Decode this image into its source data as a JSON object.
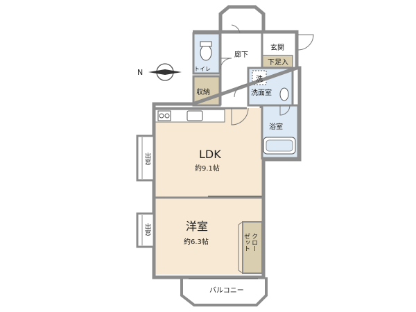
{
  "compass": {
    "north_label": "N"
  },
  "rooms": {
    "hallway": "廊下",
    "entrance": "玄関",
    "shoe_box": "下足入",
    "toilet": "トイレ",
    "storage": "収納",
    "washroom": "洗面室",
    "washer": "洗",
    "bath": "浴室",
    "ldk": {
      "name": "LDK",
      "area": "約9.1帖"
    },
    "western": {
      "name": "洋室",
      "area": "約6.3帖"
    },
    "closet_line1": "クロー",
    "closet_line2": "ゼット",
    "bay_window": "出窓",
    "balcony": "バルコニー"
  },
  "colors": {
    "wall": "#8c8c8c",
    "room_fill": "#f7e9d3",
    "wet_fill": "#ddeaf6",
    "storage_fill": "#d9ceb0",
    "shoe_fill": "#d9ceb0",
    "floor_white": "#ffffff"
  }
}
